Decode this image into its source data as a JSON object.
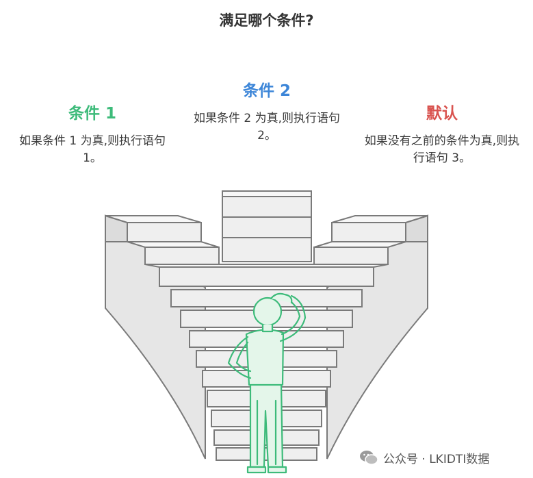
{
  "title": "满足哪个条件?",
  "conditions": [
    {
      "label": "条件 1",
      "text": "如果条件 1 为真,则执行语句 1。",
      "color": "#3dbb7a"
    },
    {
      "label": "条件 2",
      "text": "如果条件 2 为真,则执行语句 2。",
      "color": "#3d86d8"
    },
    {
      "label": "默认",
      "text": "如果没有之前的条件为真,则执行语句 3。",
      "color": "#d9534f"
    }
  ],
  "figure": {
    "description_icon": "thinking-person-icon",
    "stroke": "#3dbb7a",
    "fill": "#e4f6ea"
  },
  "watermark": {
    "text": "公众号 · LKIDTI数据",
    "icon": "wechat-icon"
  }
}
